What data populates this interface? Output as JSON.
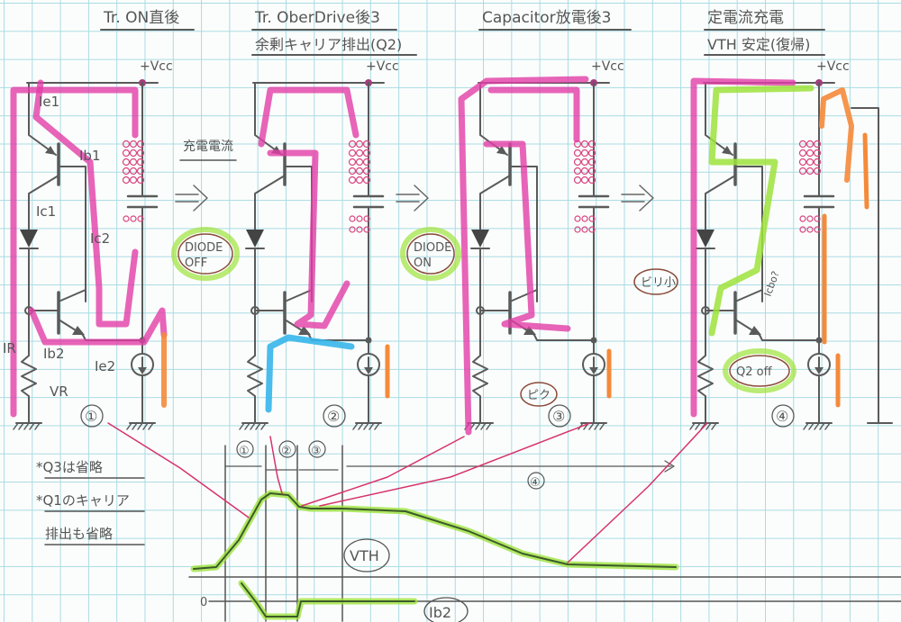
{
  "panels": [
    {
      "title": "Tr. ON直後",
      "subtitle": "",
      "number": "①",
      "vcc": "+Vcc"
    },
    {
      "title": "Tr. OberDrive後3",
      "subtitle": "余剰キャリア排出(Q2)",
      "number": "②",
      "vcc": "+Vcc"
    },
    {
      "title": "Capacitor放電後3",
      "subtitle": "",
      "number": "③",
      "vcc": "+Vcc"
    },
    {
      "title": "定電流充電",
      "subtitle": "VTH 安定(復帰)",
      "number": "④",
      "vcc": "+Vcc"
    }
  ],
  "labels": {
    "ie1": "Ie1",
    "ib1": "Ib1",
    "ic1": "Ic1",
    "ic2": "Ic2",
    "ib2": "Ib2",
    "ie2": "Ie2",
    "ir": "IR",
    "vr": "VR",
    "charge_current": "充電電流",
    "diode_off": [
      "DIODE",
      "OFF"
    ],
    "diode_on": [
      "DIODE",
      "ON"
    ],
    "peak": "ピク",
    "peak_small": "ビリ小",
    "icbo": "Icbo?",
    "q2_off": "Q2 off"
  },
  "notes": [
    "*Q3は省略",
    "*Q1のキャリア",
    "排出も省略"
  ],
  "waveform": {
    "phase_labels": [
      "①",
      "②",
      "③",
      "④"
    ],
    "vth_label": "VTH",
    "ib2_label": "Ib2",
    "zero_label": "0"
  },
  "colors": {
    "pink": "#e23da6",
    "green": "#9ee23c",
    "orange": "#f58a3a",
    "blue": "#36b6ea",
    "ink": "#555555"
  }
}
